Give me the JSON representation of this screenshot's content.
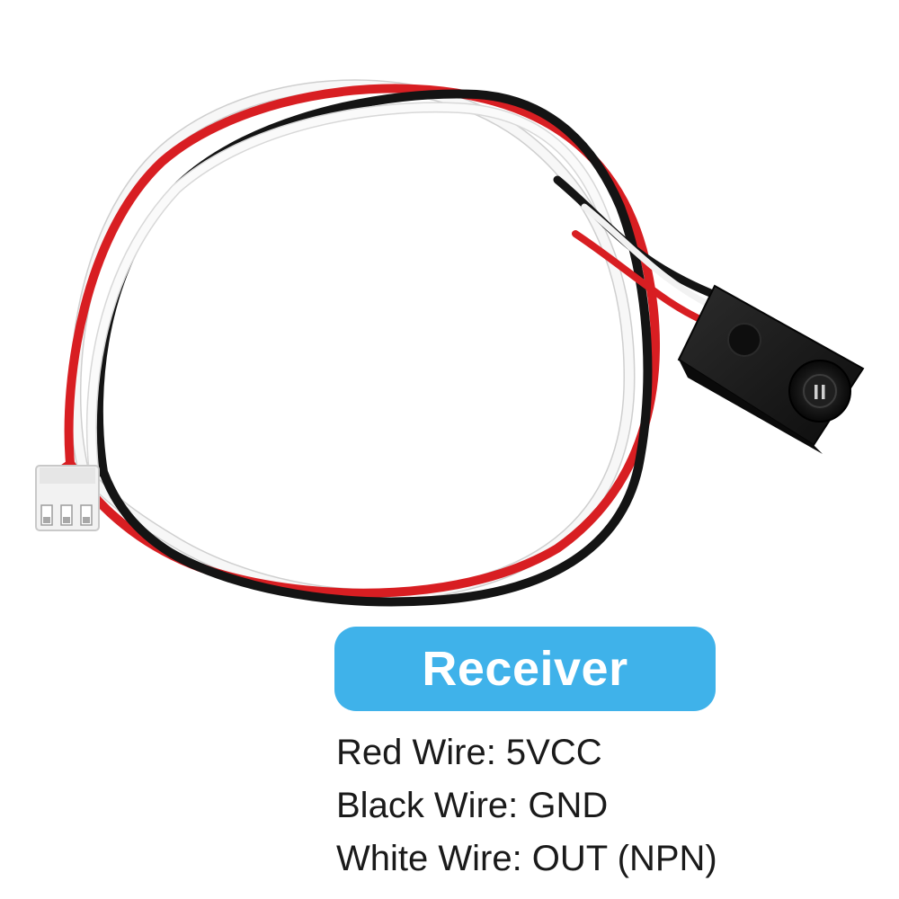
{
  "label": "Receiver",
  "colors": {
    "label_bg": "#3fb2ea",
    "wire_red": "#d81e22",
    "wire_black": "#141414",
    "wire_white": "#f7f7f7",
    "connector": "#f2f2f2",
    "sensor_body": "#1c1c1c"
  },
  "wires": [
    {
      "text": "Red Wire: 5VCC"
    },
    {
      "text": "Black Wire: GND"
    },
    {
      "text": "White Wire: OUT (NPN)"
    }
  ],
  "icons": [
    "ir-receiver-sensor",
    "jst-3pin-connector",
    "wire-harness"
  ]
}
